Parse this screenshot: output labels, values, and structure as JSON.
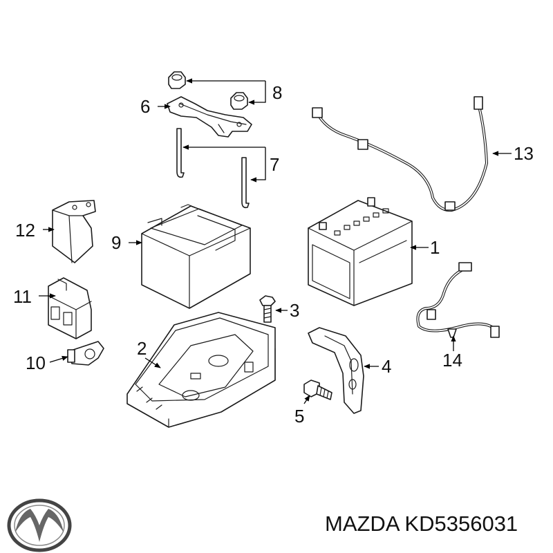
{
  "caption": {
    "brand": "MAZDA",
    "part_number": "KD5356031"
  },
  "callouts": [
    "1",
    "2",
    "3",
    "4",
    "5",
    "6",
    "7",
    "8",
    "9",
    "10",
    "11",
    "12",
    "13",
    "14"
  ],
  "colors": {
    "line": "#1a1a1a",
    "background": "#ffffff"
  },
  "icons": {
    "logo": "mazda-logo-icon"
  }
}
